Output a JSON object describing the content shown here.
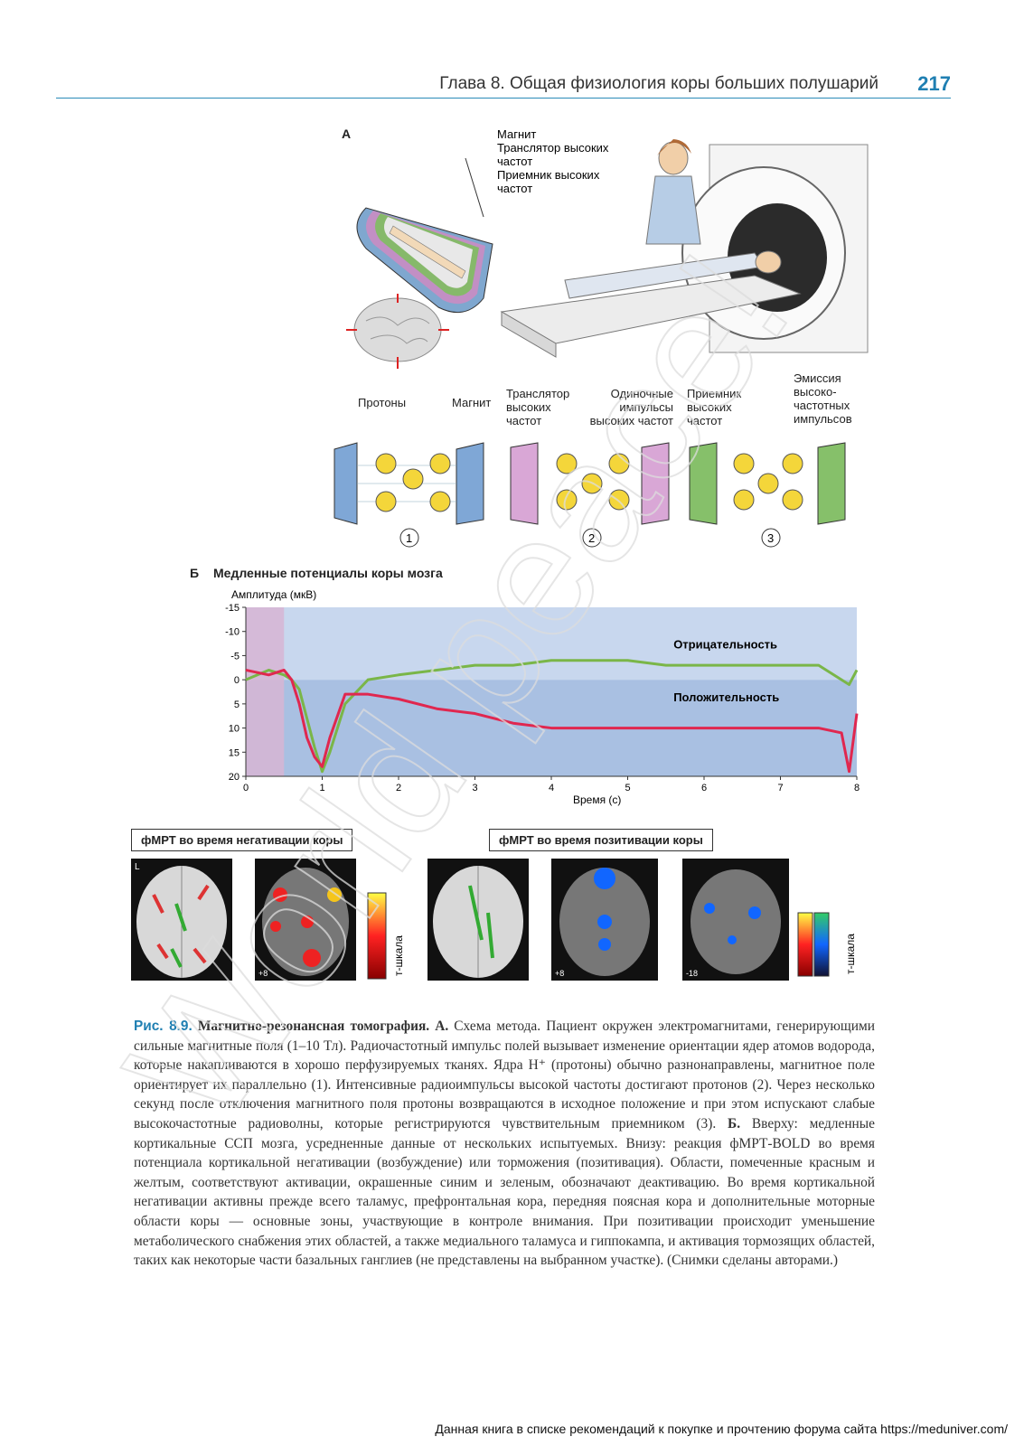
{
  "header": {
    "chapter_title": "Глава 8. Общая физиология коры больших полушарий",
    "page_number": "217"
  },
  "panel_a": {
    "label": "А",
    "scanner_labels": [
      "Магнит",
      "Транслятор высоких",
      "частот",
      "Приемник высоких",
      "частот"
    ],
    "diagram_labels": {
      "protons": "Протоны",
      "magnet": "Магнит",
      "transmitter": [
        "Транслятор",
        "высоких",
        "частот"
      ],
      "single_pulses": [
        "Одиночные",
        "импульсы",
        "высоких частот"
      ],
      "receiver": [
        "Приемник",
        "высоких",
        "частот"
      ],
      "emission": [
        "Эмиссия",
        "высоко-",
        "частотных",
        "импульсов"
      ]
    },
    "steps": [
      "1",
      "2",
      "3"
    ]
  },
  "panel_b": {
    "label": "Б",
    "title": "Медленные потенциалы коры мозга",
    "fmri_neg_title": "фМРТ во время негативации коры",
    "fmri_pos_title": "фМРТ во время позитивации коры",
    "scale_label": "т-шкала",
    "slice_labels": [
      "+8",
      "+8",
      "-18"
    ],
    "side_label": "L"
  },
  "chart_data": {
    "type": "line",
    "ylabel": "Амплитуда (мкВ)",
    "xlabel": "Время (с)",
    "xlim": [
      0,
      8
    ],
    "ylim": [
      -15,
      20
    ],
    "y_inverted": true,
    "x_ticks": [
      "0",
      "1",
      "2",
      "3",
      "4",
      "5",
      "6",
      "7",
      "8"
    ],
    "y_ticks": [
      "-15",
      "-10",
      "-5",
      "0",
      "5",
      "10",
      "15",
      "20"
    ],
    "annotations": [
      "Отрицательность",
      "Положительность"
    ],
    "series": [
      {
        "color": "#7ab648",
        "x": [
          0,
          0.3,
          0.5,
          0.6,
          0.7,
          0.8,
          0.9,
          1.0,
          1.1,
          1.3,
          1.6,
          2.0,
          2.5,
          3.0,
          3.5,
          4.0,
          4.5,
          5.0,
          5.5,
          6.0,
          6.5,
          7.0,
          7.5,
          7.9,
          8.0
        ],
        "y": [
          0,
          -2,
          -1,
          0,
          2,
          8,
          14,
          19,
          15,
          5,
          0,
          -1,
          -2,
          -3,
          -3,
          -4,
          -4,
          -4,
          -3,
          -3,
          -3,
          -3,
          -3,
          1,
          -2
        ]
      },
      {
        "color": "#e0274f",
        "x": [
          0,
          0.3,
          0.5,
          0.6,
          0.7,
          0.8,
          0.9,
          1.0,
          1.1,
          1.3,
          1.6,
          2.0,
          2.5,
          3.0,
          3.5,
          4.0,
          4.5,
          5.0,
          5.5,
          6.0,
          6.5,
          7.0,
          7.5,
          7.8,
          7.9,
          8.0
        ],
        "y": [
          -2,
          -1,
          -2,
          0,
          5,
          12,
          16,
          18,
          12,
          3,
          3,
          4,
          6,
          7,
          9,
          10,
          10,
          10,
          10,
          10,
          10,
          10,
          10,
          11,
          19,
          7
        ]
      }
    ]
  },
  "caption": {
    "fig": "Рис. 8.9.",
    "title": "Магнитно-резонансная томография. А.",
    "text": "Схема метода. Пациент окружен электромагнитами, генерирующими сильные магнитные поля (1–10 Тл). Радиочастотный импульс полей вызывает изменение ориентации ядер атомов водорода, которые накапливаются в хорошо перфузируемых тканях. Ядра H⁺ (протоны) обычно разнонаправлены, магнитное поле ориентирует их параллельно (1). Интенсивные радиоимпульсы высокой частоты достигают протонов (2). Через несколько секунд после отключения магнитного поля протоны возвращаются в исходное положение и при этом испускают слабые высокочастотные радиоволны, которые регистрируются чувствительным приемником (3).",
    "b_label": "Б.",
    "text2": "Вверху: медленные кортикальные ССП мозга, усредненные данные от нескольких испытуемых. Внизу: реакция фМРТ-BOLD во время потенциала кортикальной негативации (возбуждение) или торможения (позитивация). Области, помеченные красным и желтым, соответствуют активации, окрашенные синим и зеленым, обозначают деактивацию. Во время кортикальной негативации активны прежде всего таламус, префронтальная кора, передняя поясная кора и дополнительные моторные области коры — основные зоны, участвующие в контроле внимания. При позитивации происходит уменьшение метаболического снабжения этих областей, а также медиального таламуса и гиппокампа, и активация тормозящих областей, таких как некоторые части базальных ганглиев (не представлены на выбранном участке). (Снимки сделаны авторами.)"
  },
  "footer": "Данная книга в списке рекомендаций к покупке и прочтению форума сайта https://meduniver.com/",
  "watermark": "World peace!"
}
